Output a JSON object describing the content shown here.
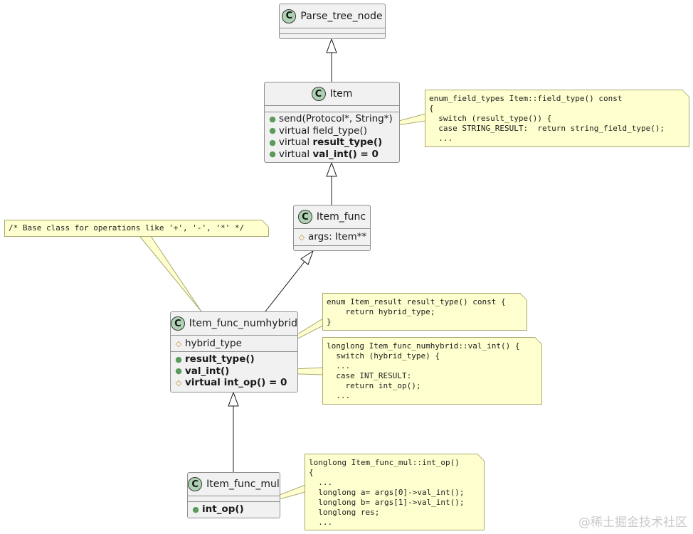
{
  "classes": {
    "parse_tree_node": {
      "name": "Parse_tree_node",
      "icon": "C"
    },
    "item": {
      "name": "Item",
      "icon": "C",
      "methods": [
        {
          "vis": "public",
          "prefix": "send(Protocol*, String*)",
          "bold": ""
        },
        {
          "vis": "public",
          "prefix": "virtual field_type()",
          "bold": ""
        },
        {
          "vis": "public",
          "prefix": "virtual ",
          "bold": "result_type()"
        },
        {
          "vis": "public",
          "prefix": "virtual ",
          "bold": "val_int() = 0"
        }
      ]
    },
    "item_func": {
      "name": "Item_func",
      "icon": "C",
      "fields": [
        {
          "vis": "protected",
          "text": "args: Item**"
        }
      ]
    },
    "item_func_numhybrid": {
      "name": "Item_func_numhybrid",
      "icon": "C",
      "fields": [
        {
          "vis": "protected",
          "text": "hybrid_type"
        }
      ],
      "methods": [
        {
          "vis": "public",
          "bold": "result_type()"
        },
        {
          "vis": "public",
          "bold": "val_int()"
        },
        {
          "vis": "protected",
          "bold": "virtual int_op() = 0"
        }
      ]
    },
    "item_func_mul": {
      "name": "Item_func_mul",
      "icon": "C",
      "methods": [
        {
          "vis": "public",
          "bold": "int_op()"
        }
      ]
    }
  },
  "notes": {
    "field_type": "enum_field_types Item::field_type() const\n{\n  switch (result_type()) {\n  case STRING_RESULT:  return string_field_type();\n  ...",
    "base_class": "/* Base class for operations like '+', '-', '*' */",
    "result_type": "enum Item_result result_type() const {\n    return hybrid_type;\n}",
    "val_int": "longlong Item_func_numhybrid::val_int() {\n  switch (hybrid_type) {\n  ...\n  case INT_RESULT:\n    return int_op();\n  ...",
    "int_op": "longlong Item_func_mul::int_op()\n{\n  ...\n  longlong a= args[0]->val_int();\n  longlong b= args[1]->val_int();\n  longlong res;\n  ..."
  },
  "visibility_symbols": {
    "public": "●",
    "protected": "◇"
  },
  "watermark": "@稀土掘金技术社区",
  "colors": {
    "class_bg": "#f1f1f1",
    "class_icon": "#add1b2",
    "note_bg": "#fefece",
    "note_border": "#a8a870"
  }
}
